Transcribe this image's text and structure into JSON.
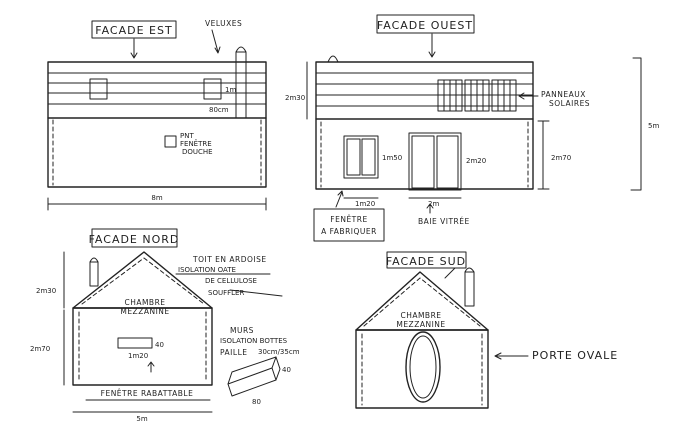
{
  "facade_est": {
    "title": "FACADE EST",
    "velux_label": "VELUXES",
    "dim_window": "80cm",
    "dim_window_h": "1m",
    "small_window_code": "PNT",
    "small_window_label_1": "FENÊTRE",
    "small_window_label_2": "DOUCHE",
    "dim_length": "8m"
  },
  "facade_ouest": {
    "title": "FACADE OUEST",
    "dim_upper": "2m30",
    "dim_lower": "2m70",
    "dim_total": "5m",
    "panels_label_1": "PANNEAUX",
    "panels_label_2": "SOLAIRES",
    "dim_window_h": "1m50",
    "dim_window_w": "1m20",
    "dim_bay_h": "2m20",
    "dim_bay_w": "2m",
    "window_note_1": "FENÊTRE",
    "window_note_2": "A FABRIQUER",
    "bay_label": "BAIE VITRÉE"
  },
  "facade_nord": {
    "title": "FACADE NORD",
    "roof_note_1": "TOIT EN ARDOISE",
    "roof_note_2": "ISOLATION OATE",
    "roof_note_3": "DE CELLULOSE",
    "roof_note_4": "SOUFFLER",
    "dim_gable": "2m30",
    "dim_wall": "2m70",
    "room_label_1": "CHAMBRE",
    "room_label_2": "MEZZANINE",
    "wall_note_1": "MURS",
    "wall_note_2": "ISOLATION BOTTES",
    "wall_note_3": "PAILLE",
    "wall_note_4": "30cm/35cm",
    "bale_dim_1": "40",
    "bale_dim_2": "80",
    "dim_window_w": "1m20",
    "dim_window_h": "40",
    "window_label": "FENÊTRE RABATTABLE",
    "dim_width": "5m"
  },
  "facade_sud": {
    "title": "FACADE SUD",
    "room_label_1": "CHAMBRE",
    "room_label_2": "MEZZANINE",
    "door_label": "PORTE OVALE"
  }
}
